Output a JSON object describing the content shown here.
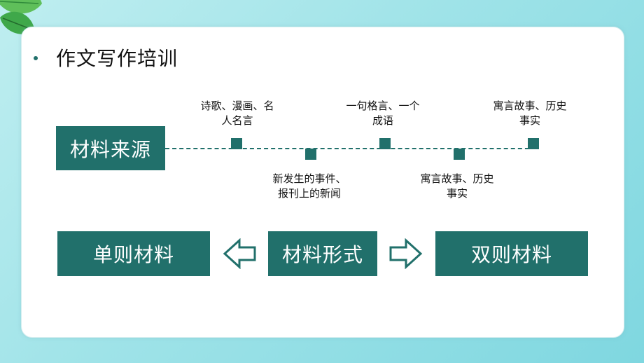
{
  "title": "作文写作培训",
  "source_box": "材料来源",
  "top_labels": [
    {
      "line1": "诗歌、漫画、名",
      "line2": "人名言"
    },
    {
      "line1": "一句格言、一个",
      "line2": "成语"
    },
    {
      "line1": "寓言故事、历史",
      "line2": "事实"
    }
  ],
  "bottom_labels": [
    {
      "line1": "新发生的事件、",
      "line2": "报刊上的新闻"
    },
    {
      "line1": "寓言故事、历史",
      "line2": "事实"
    }
  ],
  "form_boxes": {
    "left": "单则材料",
    "center": "材料形式",
    "right": "双则材料"
  },
  "colors": {
    "accent": "#21706b",
    "background": "#9fe3e8"
  }
}
